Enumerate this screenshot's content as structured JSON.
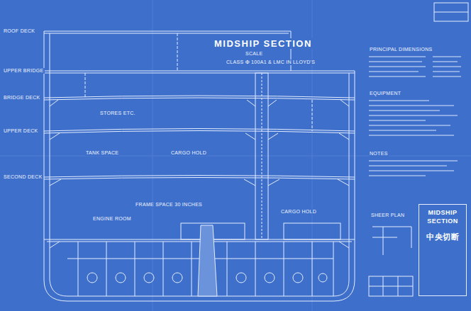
{
  "diagram": {
    "title": "MIDSHIP SECTION",
    "nodes": [
      {
        "text": [
          "MIDSHIP SECTION",
          "中央切断"
        ]
      }
    ],
    "labels": [
      "SCALE",
      "CLASS ✠ 100A1 & LMC IN LLOYD'S",
      "ROOF DECK",
      "UPPER BRIDGE",
      "BRIDGE DECK",
      "UPPER DECK",
      "SECOND DECK",
      "STORES ETC.",
      "TANK SPACE",
      "CARGO HOLD",
      "FRAME SPACE 30 INCHES",
      "ENGINE ROOM",
      "CARGO HOLD",
      "PRINCIPAL DIMENSIONS",
      "EQUIPMENT",
      "NOTES",
      "SHEER PLAN"
    ]
  }
}
